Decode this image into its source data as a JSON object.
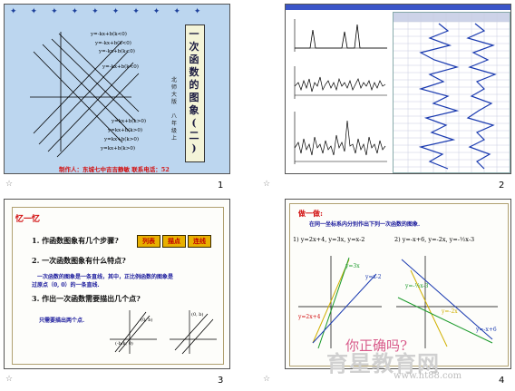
{
  "slides": [
    {
      "number": "1",
      "title_chars": [
        "一",
        "次",
        "函",
        "数",
        "的",
        "图",
        "象",
        "(",
        "二",
        ")"
      ],
      "author_left": [
        "北",
        "师",
        "大",
        "版"
      ],
      "author_right": [
        "八",
        "年",
        "级",
        "上"
      ],
      "footer": "制作人：东城七中吉吉静敏   联系电话：52",
      "line_labels": [
        "y=-kx+b(k<0)",
        "y=-kx+b(k<0)",
        "y=-kx+b(k<0)",
        "y=-kx+b(k<0)",
        "y=kx+b(k>0)",
        "y=kx+b(k>0)",
        "y=kx+b(k>0)",
        "y=kx+b(k>0)"
      ]
    },
    {
      "number": "2",
      "chart_labels": [
        "",
        "",
        ""
      ]
    },
    {
      "number": "3",
      "heading": "忆一忆",
      "q1": "1. 作函数图象有几个步骤?",
      "q1_buttons": [
        "列表",
        "描点",
        "连线"
      ],
      "q2": "2. 一次函数图象有什么特点?",
      "a2_line1": "一次函数的图象是一条直线，其中，正比例函数的图象是",
      "a2_line2": "过原点（0, 0）的一条直线.",
      "q3": "3. 作出一次函数需要描出几个点?",
      "a3": "只需要描出两个点.",
      "pt1": "(0, b)",
      "pt2": "(0, b)",
      "pt3": "(-b/k, 0)"
    },
    {
      "number": "4",
      "heading": "做一做:",
      "instruction": "在同一坐标系内分别作出下列一次函数的图象.",
      "eq1": "1) y=2x+4, y=3x, y=x-2",
      "eq2": "2) y=-x+6, y=-2x, y=-½x-3",
      "labels": [
        "y=3x",
        "y=x-2",
        "y=2x+4",
        "y=-½x-3",
        "y=-2x",
        "y=-x+6"
      ],
      "question": "你正确吗?",
      "watermark": "育星教育网",
      "watermark_url": "www.ht88.com"
    }
  ]
}
